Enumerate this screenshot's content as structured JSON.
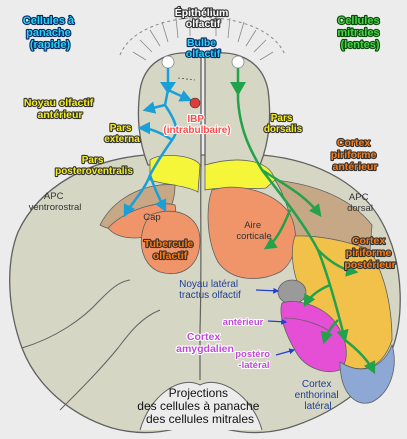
{
  "labels": {
    "tufted_cells": [
      "Cellules à",
      "panache",
      "(rapide)"
    ],
    "mitral_cells": [
      "Cellules",
      "mitrales",
      "(lentes)"
    ],
    "olfactory_epithelium": [
      "Épithélium",
      "olfactif"
    ],
    "olfactory_bulb": [
      "Bulbe",
      "olfactif"
    ],
    "anterior_olfactory_nucleus": [
      "Noyau olfactif",
      "antérieur"
    ],
    "ibp": [
      "IBP",
      "(intrabulbaire)"
    ],
    "pars_externa": [
      "Pars",
      "externa"
    ],
    "pars_dorsalis": [
      "Pars",
      "dorsalis"
    ],
    "pars_posteroventralis": [
      "Pars",
      "posteroventralis"
    ],
    "anterior_piriform_cortex": [
      "Cortex",
      "piriforme",
      "antérieur"
    ],
    "apc_ventrorostral": [
      "APC",
      "ventrorostral"
    ],
    "apc_dorsal": [
      "APC",
      "dorsal"
    ],
    "cap": [
      "Cap"
    ],
    "cortical_area": [
      "Aire",
      "corticale"
    ],
    "posterior_piriform_cortex": [
      "Cortex",
      "piriforme",
      "postérieur"
    ],
    "olfactory_tubercle": [
      "Tubercule",
      "olfactif"
    ],
    "lateral_olfactory_tract_nucleus": [
      "Noyau latéral",
      "tractus olfactif"
    ],
    "anterior": [
      "antérieur"
    ],
    "amygdaloid_cortex": [
      "Cortex",
      "amygdalien"
    ],
    "posterolateral": [
      "postéro",
      "-latéral"
    ],
    "lateral_entorhinal_cortex": [
      "Cortex",
      "enthorinal",
      "latéral"
    ],
    "caption": [
      "Projections",
      "des cellules à panache",
      "des cellules mitrales"
    ]
  },
  "colors": {
    "background": "#ececec",
    "brain_fill": "#d6d6c5",
    "brain_outline": "#606060",
    "tufted_pathway": "#1a9fd6",
    "mitral_pathway": "#22a24a",
    "ibp_red": "#e03a3a",
    "pars_yellow": "#f5f53a",
    "tubercle_orange": "#f0946a",
    "apc_tan": "#c6a886",
    "posterior_piriform_gold": "#f2c14a",
    "amygdala_magenta": "#e44fd6",
    "entorhinal_blue": "#8ea8d6",
    "label_yellow": "#f7ef1a",
    "label_cyan": "#28d2f0",
    "label_green": "#4ad24a",
    "label_orange": "#ff7a10",
    "label_pink": "#ff4a4a",
    "label_purple": "#c04ad8",
    "label_navy": "#1f3f8f"
  }
}
